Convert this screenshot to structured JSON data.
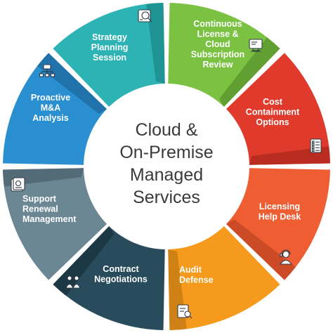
{
  "center": {
    "lines": [
      "Cloud &",
      "On-Premise",
      "Managed",
      "Services"
    ]
  },
  "segments": [
    {
      "id": "strategy",
      "lines": [
        "Strategy",
        "Planning",
        "Session"
      ],
      "color": "#2db3b4",
      "side": "#1f8d8e",
      "icon": "strategy-icon"
    },
    {
      "id": "continuous",
      "lines": [
        "Continuous",
        "License &",
        "Cloud",
        "Subscription",
        "Review"
      ],
      "color": "#7cc242",
      "side": "#5e9930",
      "icon": "license-icon"
    },
    {
      "id": "cost",
      "lines": [
        "Cost",
        "Containment",
        "Options"
      ],
      "color": "#e03a2c",
      "side": "#b22b20",
      "icon": "checklist-icon"
    },
    {
      "id": "licensing",
      "lines": [
        "Licensing",
        "Help Desk"
      ],
      "color": "#ef5d33",
      "side": "#c44825",
      "icon": "helpdesk-icon"
    },
    {
      "id": "audit",
      "lines": [
        "Audit",
        "Defense"
      ],
      "color": "#f59a1c",
      "side": "#c97d14",
      "icon": "audit-icon"
    },
    {
      "id": "contract",
      "lines": [
        "Contract",
        "Negotiations"
      ],
      "color": "#294c5c",
      "side": "#1b3541",
      "icon": "negotiation-icon"
    },
    {
      "id": "support",
      "lines": [
        "Support",
        "Renewal",
        "Management"
      ],
      "color": "#6c8794",
      "side": "#4f6671",
      "icon": "renewal-icon"
    },
    {
      "id": "proactive",
      "lines": [
        "Proactive",
        "M&A",
        "Analysis"
      ],
      "color": "#2a8fd0",
      "side": "#1e6ea3",
      "icon": "network-icon"
    }
  ]
}
